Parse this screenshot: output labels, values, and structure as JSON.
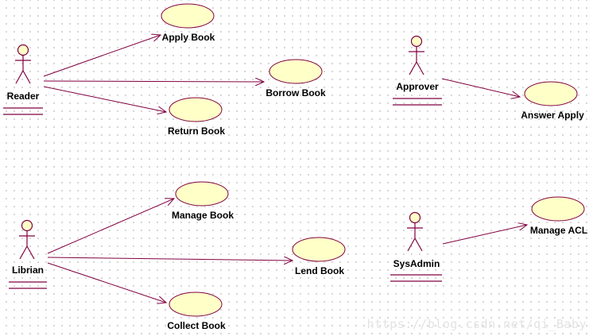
{
  "diagram": {
    "actors": {
      "reader": "Reader",
      "approver": "Approver",
      "librian": "Librian",
      "sysadmin": "SysAdmin"
    },
    "use_cases": {
      "apply_book": "Apply Book",
      "borrow_book": "Borrow Book",
      "return_book": "Return Book",
      "answer_apply": "Answer Apply",
      "manage_book": "Manage Book",
      "lend_book": "Lend Book",
      "collect_book": "Collect Book",
      "manage_acl": "Manage ACL"
    }
  },
  "watermark": "https://blog.csdn.net/qi_Baby",
  "colors": {
    "line": "#800040",
    "fill": "#ffffc8"
  }
}
